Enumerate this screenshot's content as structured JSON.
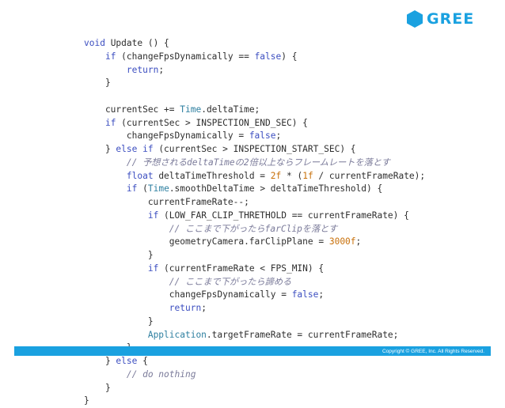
{
  "logo": {
    "text": "GREE",
    "color": "#1aa1e0"
  },
  "footer": {
    "copyright": "Copyright © GREE, Inc. All Rights Reserved."
  },
  "code_lines": [
    [
      [
        "kw",
        "void"
      ],
      [
        "t",
        " Update () {"
      ]
    ],
    [
      [
        "t",
        "    "
      ],
      [
        "kw",
        "if"
      ],
      [
        "t",
        " (changeFpsDynamically == "
      ],
      [
        "kw",
        "false"
      ],
      [
        "t",
        ") {"
      ]
    ],
    [
      [
        "t",
        "        "
      ],
      [
        "kw",
        "return"
      ],
      [
        "t",
        ";"
      ]
    ],
    [
      [
        "t",
        "    }"
      ]
    ],
    [
      [
        "t",
        ""
      ]
    ],
    [
      [
        "t",
        "    currentSec += "
      ],
      [
        "cls",
        "Time"
      ],
      [
        "t",
        ".deltaTime;"
      ]
    ],
    [
      [
        "t",
        "    "
      ],
      [
        "kw",
        "if"
      ],
      [
        "t",
        " (currentSec > INSPECTION_END_SEC) {"
      ]
    ],
    [
      [
        "t",
        "        changeFpsDynamically = "
      ],
      [
        "kw",
        "false"
      ],
      [
        "t",
        ";"
      ]
    ],
    [
      [
        "t",
        "    } "
      ],
      [
        "kw",
        "else if"
      ],
      [
        "t",
        " (currentSec > INSPECTION_START_SEC) {"
      ]
    ],
    [
      [
        "cmt",
        "        // 予想されるdeltaTimeの2倍以上ならフレームレートを落とす"
      ]
    ],
    [
      [
        "t",
        "        "
      ],
      [
        "kw",
        "float"
      ],
      [
        "t",
        " deltaTimeThreshold = "
      ],
      [
        "num",
        "2f"
      ],
      [
        "t",
        " * ("
      ],
      [
        "num",
        "1f"
      ],
      [
        "t",
        " / currentFrameRate);"
      ]
    ],
    [
      [
        "t",
        "        "
      ],
      [
        "kw",
        "if"
      ],
      [
        "t",
        " ("
      ],
      [
        "cls",
        "Time"
      ],
      [
        "t",
        ".smoothDeltaTime > deltaTimeThreshold) {"
      ]
    ],
    [
      [
        "t",
        "            currentFrameRate--;"
      ]
    ],
    [
      [
        "t",
        "            "
      ],
      [
        "kw",
        "if"
      ],
      [
        "t",
        " (LOW_FAR_CLIP_THRETHOLD == currentFrameRate) {"
      ]
    ],
    [
      [
        "cmt",
        "                // ここまで下がったらfarClipを落とす"
      ]
    ],
    [
      [
        "t",
        "                geometryCamera.farClipPlane = "
      ],
      [
        "num",
        "3000f"
      ],
      [
        "t",
        ";"
      ]
    ],
    [
      [
        "t",
        "            }"
      ]
    ],
    [
      [
        "t",
        "            "
      ],
      [
        "kw",
        "if"
      ],
      [
        "t",
        " (currentFrameRate < FPS_MIN) {"
      ]
    ],
    [
      [
        "cmt",
        "                // ここまで下がったら諦める"
      ]
    ],
    [
      [
        "t",
        "                changeFpsDynamically = "
      ],
      [
        "kw",
        "false"
      ],
      [
        "t",
        ";"
      ]
    ],
    [
      [
        "t",
        "                "
      ],
      [
        "kw",
        "return"
      ],
      [
        "t",
        ";"
      ]
    ],
    [
      [
        "t",
        "            }"
      ]
    ],
    [
      [
        "t",
        "            "
      ],
      [
        "cls",
        "Application"
      ],
      [
        "t",
        ".targetFrameRate = currentFrameRate;"
      ]
    ],
    [
      [
        "t",
        "        }"
      ]
    ],
    [
      [
        "t",
        "    } "
      ],
      [
        "kw",
        "else"
      ],
      [
        "t",
        " {"
      ]
    ],
    [
      [
        "cmt",
        "        // do nothing"
      ]
    ],
    [
      [
        "t",
        "    }"
      ]
    ],
    [
      [
        "t",
        "}"
      ]
    ]
  ]
}
